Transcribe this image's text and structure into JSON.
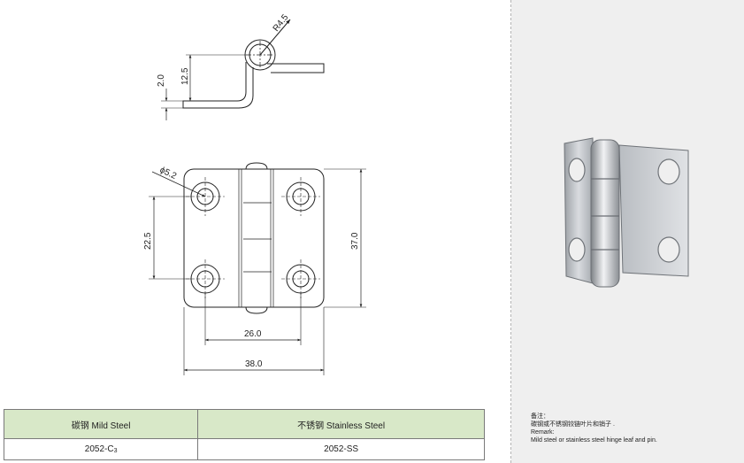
{
  "drawing": {
    "dims": {
      "radius": "R4.5",
      "side_gap": "2.0",
      "side_height": "12.5",
      "hole_diameter": "ϕ5.2",
      "hole_spacing_vertical": "22.5",
      "overall_height": "37.0",
      "hole_spacing_horizontal": "26.0",
      "overall_width": "38.0"
    }
  },
  "table": {
    "headers": [
      "碳钢 Mild Steel",
      "不锈钢 Stainless Steel"
    ],
    "row": {
      "mild_part_base": "2052-C",
      "mild_part_sub": "3",
      "stainless_part": "2052-SS"
    }
  },
  "remark": {
    "cn_title": "备注：",
    "cn_text": "碳钢或不锈钢铰链叶片和销子 .",
    "en_title": "Remark:",
    "en_text": "Mild steel or stainless steel hinge leaf and pin."
  },
  "colors": {
    "table_header_bg": "#d8e8c8",
    "panel_bg": "#efefef",
    "metal": "#c9ccd0"
  }
}
